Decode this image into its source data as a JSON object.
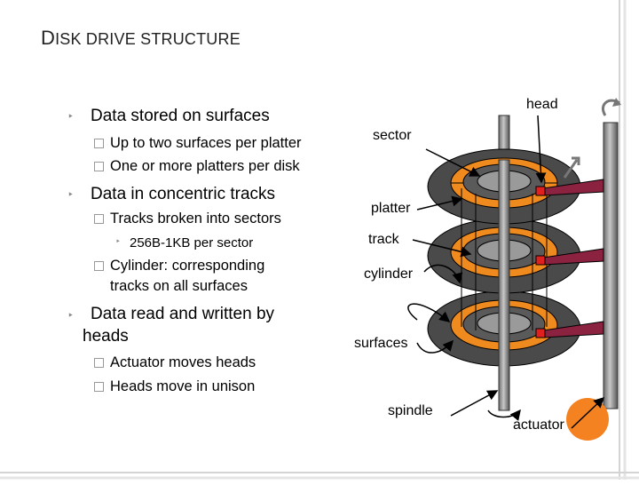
{
  "title": {
    "first_letter": "D",
    "rest": "ISK DRIVE STRUCTURE"
  },
  "bullets": {
    "surfaces": "Data stored on surfaces",
    "up_to_two": "Up to two surfaces per platter",
    "one_or_more": "One or more platters per disk",
    "tracks": "Data in concentric tracks",
    "sectors": "Tracks broken into sectors",
    "sector_size": "256B-1KB per sector",
    "cylinder_line1": "Cylinder: corresponding",
    "cylinder_line2": "tracks on all surfaces",
    "heads_line1": "Data read and written by",
    "heads_line2": "heads",
    "actuator_moves": "Actuator moves heads",
    "heads_unison": "Heads move in unison"
  },
  "labels": {
    "head": "head",
    "sector": "sector",
    "platter": "platter",
    "track": "track",
    "cylinder": "cylinder",
    "surfaces": "surfaces",
    "spindle": "spindle",
    "actuator": "actuator"
  },
  "colors": {
    "platter_dark": "#4a4a4a",
    "platter_mid": "#7a7a7a",
    "track_orange": "#ef8a1e",
    "head_red": "#e0201e",
    "arm_maroon": "#8a2240",
    "actuator_orange": "#f58220",
    "frame_line": "#c9c9c9"
  }
}
